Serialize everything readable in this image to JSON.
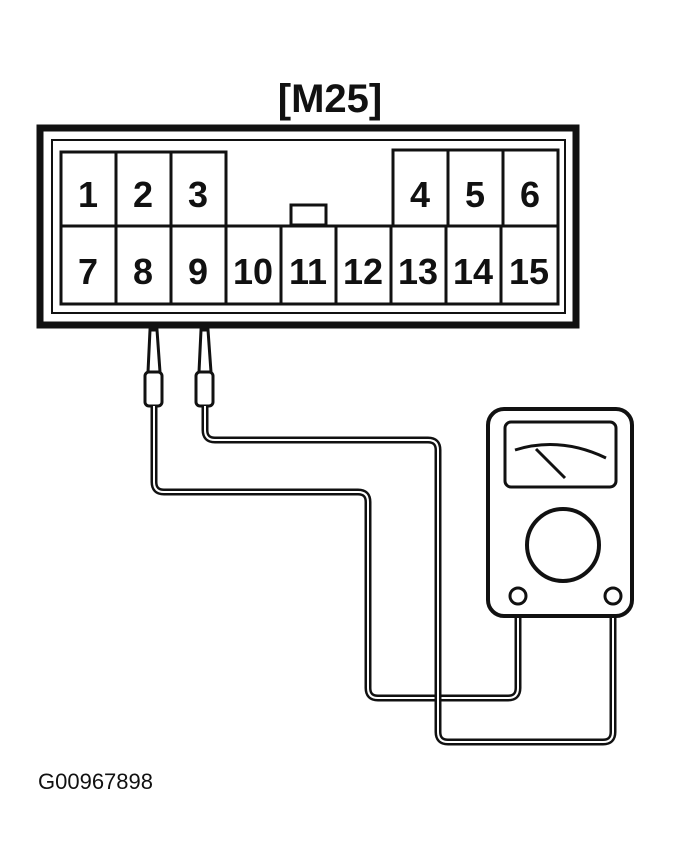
{
  "connector": {
    "label": "[M25]",
    "top_row": [
      "1",
      "2",
      "3",
      "4",
      "5",
      "6"
    ],
    "bottom_row": [
      "7",
      "8",
      "9",
      "10",
      "11",
      "12",
      "13",
      "14",
      "15"
    ]
  },
  "meter": {
    "type": "analog multimeter"
  },
  "figure_code": "G00967898"
}
